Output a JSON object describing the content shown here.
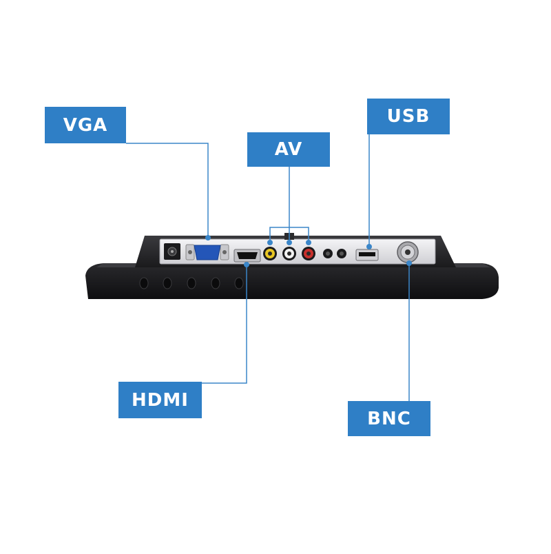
{
  "labels": {
    "vga": "VGA",
    "av": "AV",
    "usb": "USB",
    "hdmi": "HDMI",
    "bnc": "BNC"
  },
  "colors": {
    "label_background": "#2f7fc6",
    "label_text": "#ffffff",
    "leader_line": "#3a86c9",
    "monitor_body": "#1c1c1e",
    "port_panel": "#e9e9ec"
  }
}
